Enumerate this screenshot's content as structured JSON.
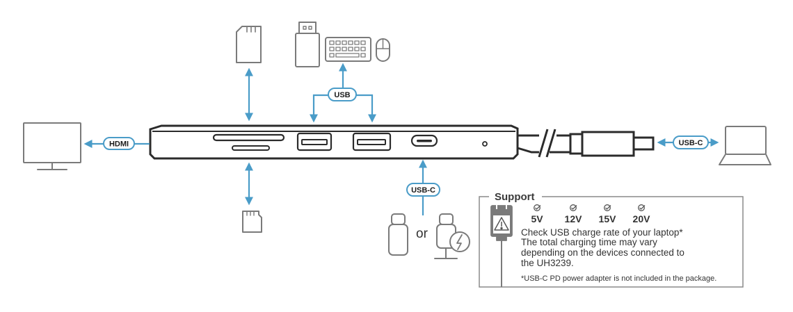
{
  "labels": {
    "hdmi": "HDMI",
    "usb": "USB",
    "usbc_host": "USB-C",
    "usbc_pd": "USB-C",
    "or": "or"
  },
  "support": {
    "title": "Support",
    "voltages": [
      "5V",
      "12V",
      "15V",
      "20V"
    ],
    "lines": [
      "Check USB charge rate of your laptop*",
      "The total charging time may vary",
      "depending on the devices connected to",
      "the UH3239."
    ],
    "footnote": "*USB-C PD power adapter is not included in the package."
  },
  "colors": {
    "accent": "#4a9cc8",
    "icon_stroke": "#7a7a7a",
    "hub_body": "#2b2b2b",
    "text": "#333333"
  },
  "icons": [
    "monitor-icon",
    "sd-card-icon",
    "usb-flash-drive-icon",
    "keyboard-icon",
    "mouse-icon",
    "microsd-card-icon",
    "usb-c-plug-icon",
    "power-adapter-icon",
    "laptop-icon",
    "check-icon",
    "warning-icon"
  ]
}
